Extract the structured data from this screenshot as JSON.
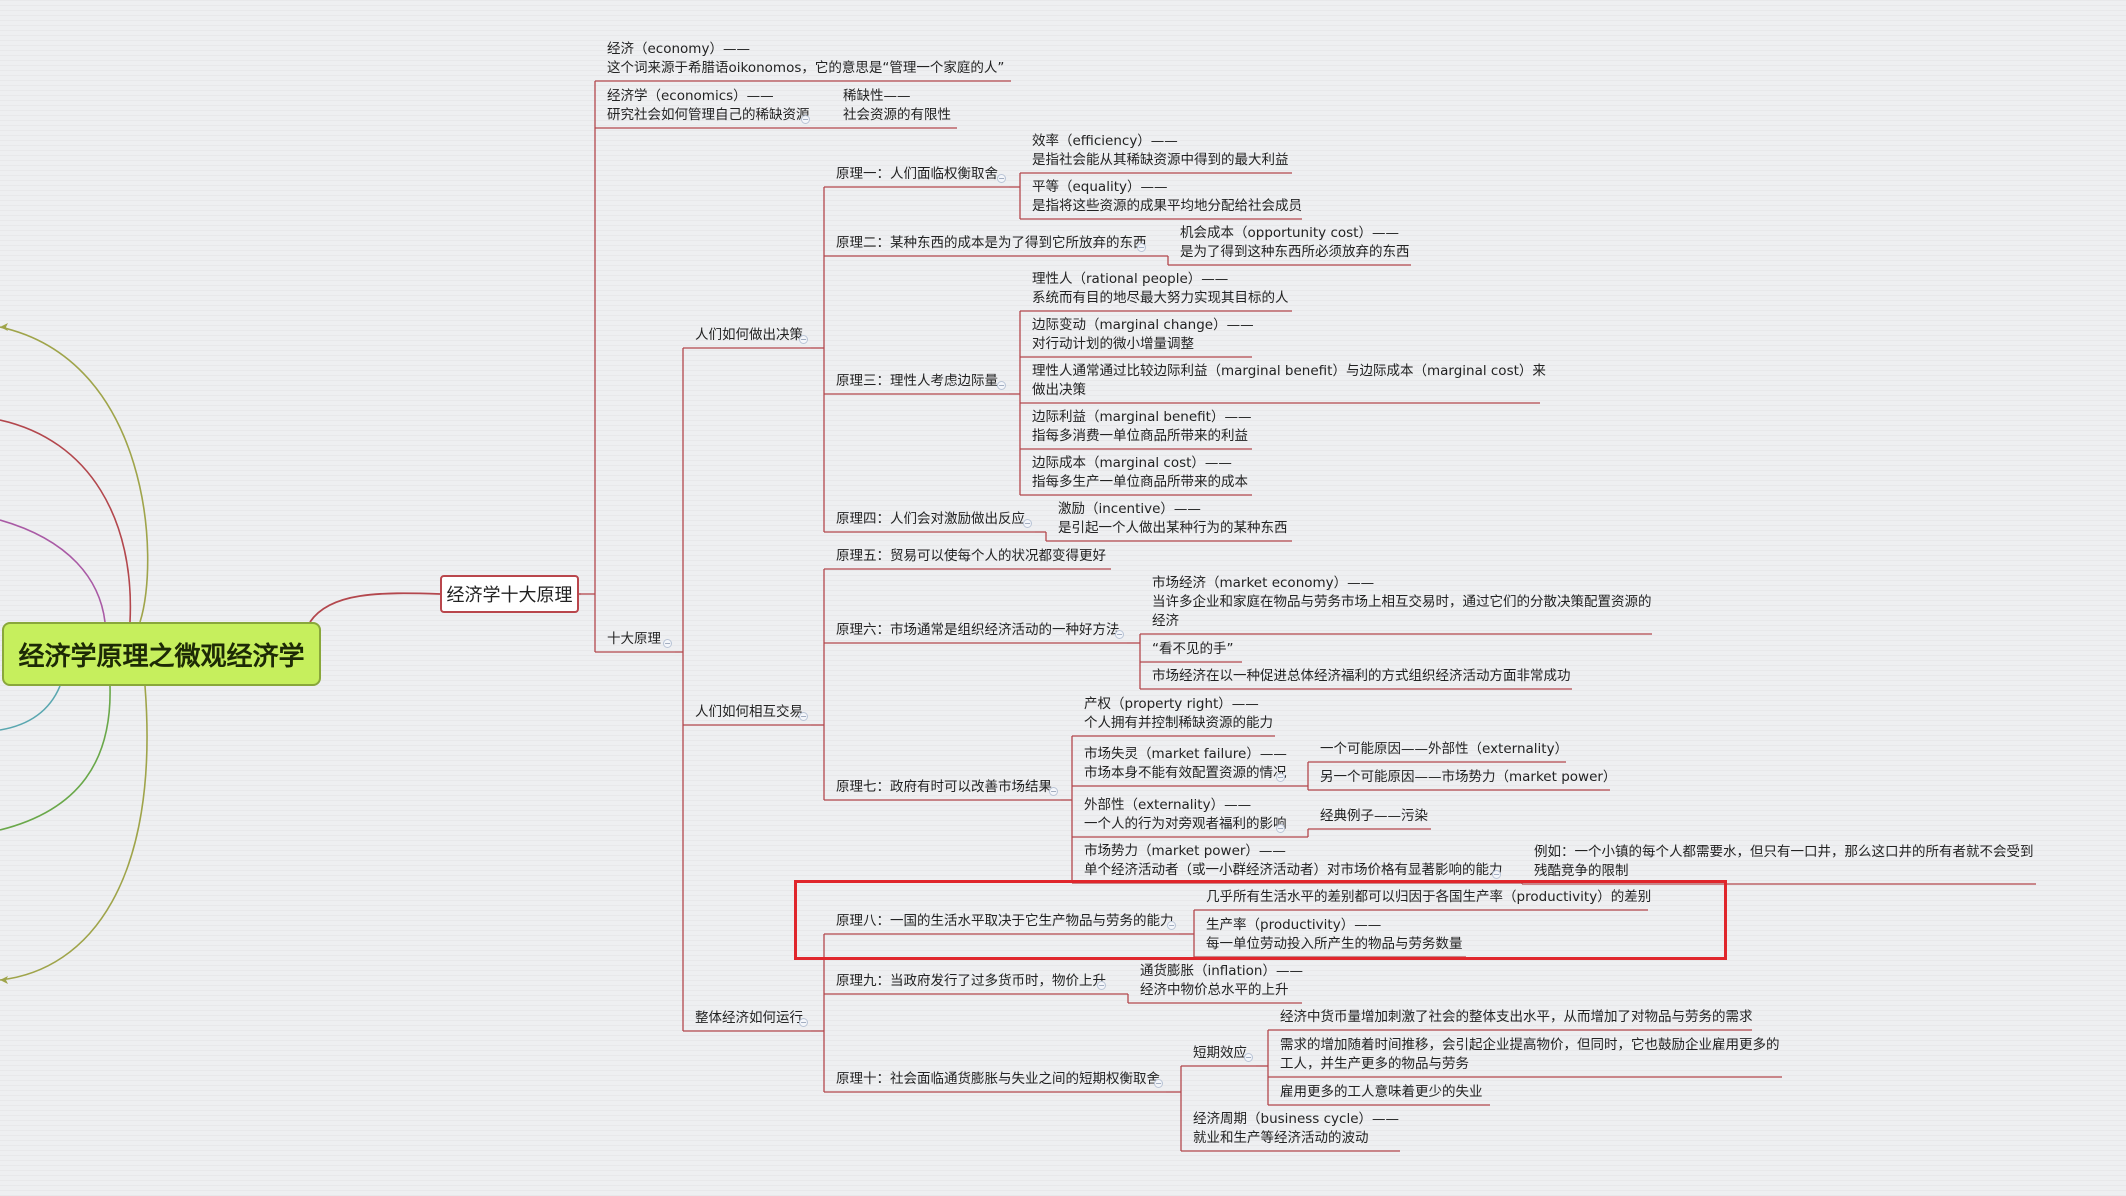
{
  "root": {
    "label": "经济学原理之微观经济学"
  },
  "main_topic": {
    "label": "经济学十大原理"
  },
  "nodes": {
    "economy": [
      "经济（economy）——",
      "这个词来源于希腊语oikonomos，它的意思是“管理一个家庭的人”"
    ],
    "economics": [
      "经济学（economics）——",
      "研究社会如何管理自己的稀缺资源"
    ],
    "scarcity": [
      "稀缺性——",
      "社会资源的有限性"
    ],
    "ten_principles": [
      "十大原理"
    ],
    "decisions": [
      "人们如何做出决策"
    ],
    "p1": [
      "原理一：人们面临权衡取舍"
    ],
    "efficiency": [
      "效率（efficiency）——",
      "是指社会能从其稀缺资源中得到的最大利益"
    ],
    "equality": [
      "平等（equality）——",
      "是指将这些资源的成果平均地分配给社会成员"
    ],
    "p2": [
      "原理二：某种东西的成本是为了得到它所放弃的东西"
    ],
    "opportunity_cost": [
      "机会成本（opportunity cost）——",
      "是为了得到这种东西所必须放弃的东西"
    ],
    "p3": [
      "原理三：理性人考虑边际量"
    ],
    "rational_people": [
      "理性人（rational people）——",
      "系统而有目的地尽最大努力实现其目标的人"
    ],
    "marginal_change": [
      "边际变动（marginal change）——",
      "对行动计划的微小增量调整"
    ],
    "marginal_decision": [
      "理性人通常通过比较边际利益（marginal benefit）与边际成本（marginal cost）来",
      "做出决策"
    ],
    "marginal_benefit": [
      "边际利益（marginal benefit）——",
      "指每多消费一单位商品所带来的利益"
    ],
    "marginal_cost": [
      "边际成本（marginal cost）——",
      "指每多生产一单位商品所带来的成本"
    ],
    "p4": [
      "原理四：人们会对激励做出反应"
    ],
    "incentive": [
      "激励（incentive）——",
      "是引起一个人做出某种行为的某种东西"
    ],
    "interact": [
      "人们如何相互交易"
    ],
    "p5": [
      "原理五：贸易可以使每个人的状况都变得更好"
    ],
    "p6": [
      "原理六：市场通常是组织经济活动的一种好方法"
    ],
    "market_economy": [
      "市场经济（market economy）——",
      "当许多企业和家庭在物品与劳务市场上相互交易时，通过它们的分散决策配置资源的",
      "经济"
    ],
    "invisible_hand": [
      "“看不见的手”"
    ],
    "invisible_hand_desc": [
      "市场经济在以一种促进总体经济福利的方式组织经济活动方面非常成功"
    ],
    "p7": [
      "原理七：政府有时可以改善市场结果"
    ],
    "property_right": [
      "产权（property right）——",
      "个人拥有并控制稀缺资源的能力"
    ],
    "market_failure": [
      "市场失灵（market failure）——",
      "市场本身不能有效配置资源的情况"
    ],
    "mf_reason1": [
      "一个可能原因——外部性（externality）"
    ],
    "mf_reason2": [
      "另一个可能原因——市场势力（market power）"
    ],
    "externality": [
      "外部性（externality）——",
      "一个人的行为对旁观者福利的影响"
    ],
    "externality_example": [
      "经典例子——污染"
    ],
    "market_power": [
      "市场势力（market power）——",
      "单个经济活动者（或一小群经济活动者）对市场价格有显著影响的能力"
    ],
    "market_power_example": [
      "例如：一个小镇的每个人都需要水，但只有一口井，那么这口井的所有者就不会受到",
      "残酷竞争的限制"
    ],
    "economy_whole": [
      "整体经济如何运行"
    ],
    "p8": [
      "原理八：一国的生活水平取决于它生产物品与劳务的能力"
    ],
    "productivity_diff": [
      "几乎所有生活水平的差别都可以归因于各国生产率（productivity）的差别"
    ],
    "productivity": [
      "生产率（productivity）——",
      "每一单位劳动投入所产生的物品与劳务数量"
    ],
    "p9": [
      "原理九：当政府发行了过多货币时，物价上升"
    ],
    "inflation": [
      "通货膨胀（inflation）——",
      "经济中物价总水平的上升"
    ],
    "p10": [
      "原理十：社会面临通货膨胀与失业之间的短期权衡取舍"
    ],
    "short_run": [
      "短期效应"
    ],
    "sr1": [
      "经济中货币量增加刺激了社会的整体支出水平，从而增加了对物品与劳务的需求"
    ],
    "sr2": [
      "需求的增加随着时间推移，会引起企业提高物价，但同时，它也鼓励企业雇用更多的",
      "工人，并生产更多的物品与劳务"
    ],
    "sr3": [
      "雇用更多的工人意味着更少的失业"
    ],
    "business_cycle": [
      "经济周期（business cycle）——",
      "就业和生产等经济活动的波动"
    ]
  },
  "colors": {
    "main_branch": "#b3474d",
    "root_fill": "#c6ef5d",
    "root_border": "#89a73b",
    "highlight": "#e0262c"
  }
}
